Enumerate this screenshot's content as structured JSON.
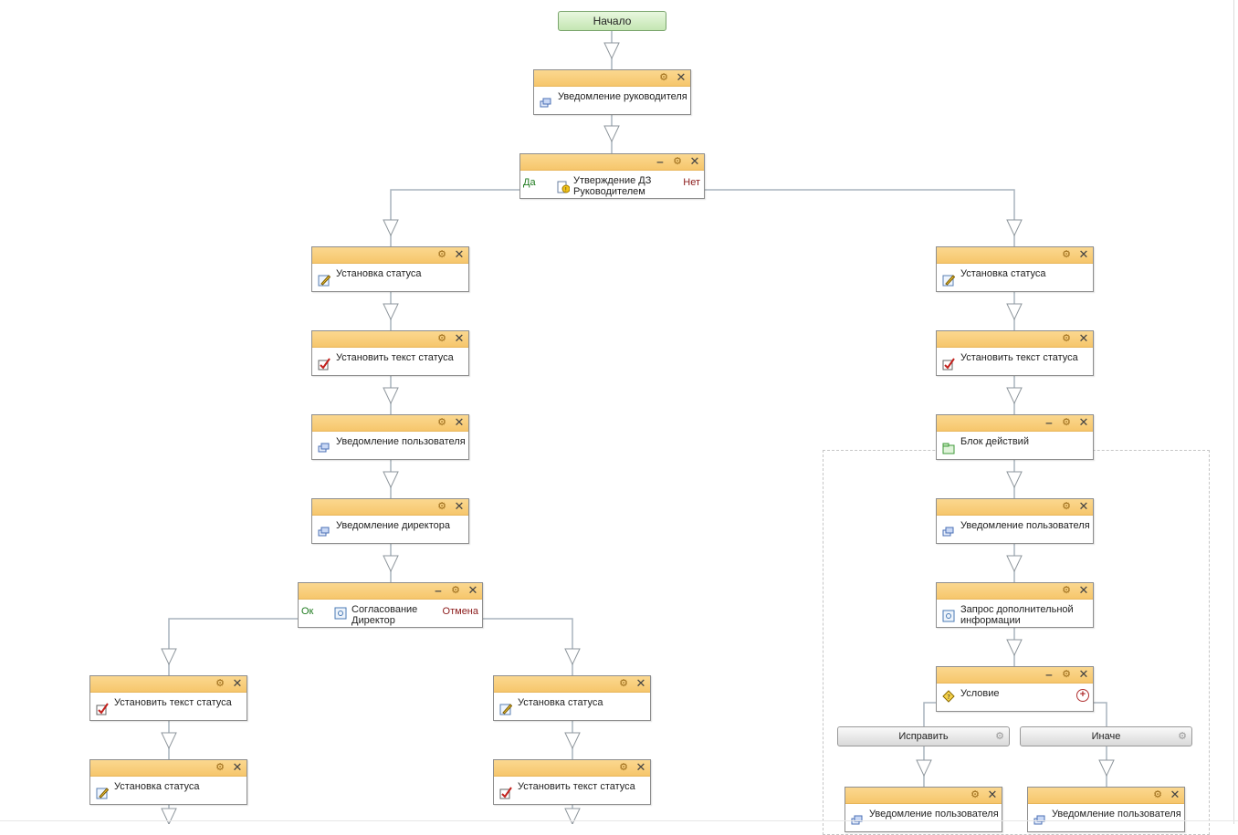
{
  "start_label": "Начало",
  "nodes": {
    "n1": {
      "title": "Уведомление руководителя",
      "icon": "notification-icon"
    },
    "n2": {
      "title": "Утверждение ДЗ Руководителем",
      "icon": "approval-icon",
      "yes": "Да",
      "no": "Нет"
    },
    "l1": {
      "title": "Установка статуса",
      "icon": "edit-status-icon"
    },
    "l2": {
      "title": "Установить текст статуса",
      "icon": "checkbox-icon"
    },
    "l3": {
      "title": "Уведомление пользователя",
      "icon": "notification-icon"
    },
    "l4": {
      "title": "Уведомление директора",
      "icon": "notification-icon"
    },
    "l5": {
      "title": "Согласование Директор",
      "icon": "agreement-icon",
      "yes": "Ок",
      "no": "Отмена"
    },
    "ll1": {
      "title": "Установить текст статуса",
      "icon": "checkbox-icon"
    },
    "ll2": {
      "title": "Установка статуса",
      "icon": "edit-status-icon"
    },
    "lr1": {
      "title": "Установка статуса",
      "icon": "edit-status-icon"
    },
    "lr2": {
      "title": "Установить текст статуса",
      "icon": "checkbox-icon"
    },
    "r1": {
      "title": "Установка статуса",
      "icon": "edit-status-icon"
    },
    "r2": {
      "title": "Установить текст статуса",
      "icon": "checkbox-icon"
    },
    "r3": {
      "title": "Блок действий",
      "icon": "action-block-icon"
    },
    "r4": {
      "title": "Уведомление пользователя",
      "icon": "notification-icon"
    },
    "r5": {
      "title": "Запрос дополнительной информации",
      "icon": "request-icon"
    },
    "r6": {
      "title": "Условие",
      "icon": "condition-icon"
    },
    "rl1": {
      "title": "Уведомление пользователя",
      "icon": "notification-icon"
    },
    "rr1": {
      "title": "Уведомление пользователя",
      "icon": "notification-icon"
    }
  },
  "branches": {
    "fix": "Исправить",
    "else": "Иначе"
  },
  "colors": {
    "header": "#f6c66c",
    "connector": "#a9b4bd",
    "start_fill": "#c4e6b2",
    "yes": "#1e7a1e",
    "no": "#8b1a1a"
  }
}
